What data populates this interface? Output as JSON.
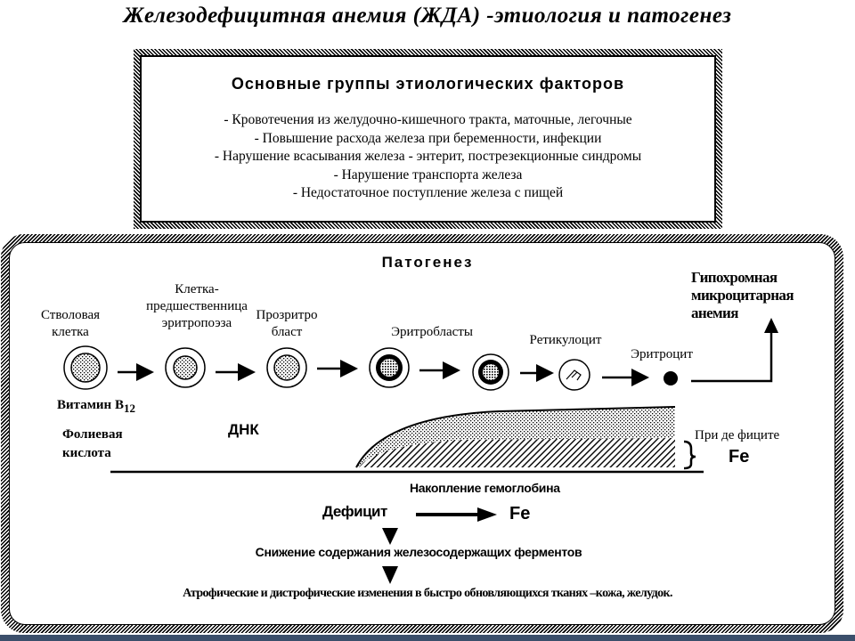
{
  "title": "Железодефицитная анемия (ЖДА) -этиология и патогенез",
  "etiology": {
    "heading": "Основные группы этиологических факторов",
    "items": [
      "- Кровотечения из желудочно-кишечного тракта, маточные, легочные",
      "- Повышение расхода железа при беременности, инфекции",
      "- Нарушение всасывания железа - энтерит, пострезекционные синдромы",
      "- Нарушение транспорта железа",
      "- Недостаточное поступление железа с пищей"
    ]
  },
  "pathogenesis": {
    "heading": "Патогенез",
    "cells": {
      "stem": "Стволовая клетка",
      "progenitor": "Клетка-предшественница эритропоэза",
      "proerythroblast": "Прозритро бласт",
      "erythroblasts": "Эритробласты",
      "reticulocyte": "Ретикулоцит",
      "erythrocyte": "Эритроцит"
    },
    "result": "Гипохромная микроцитарная анемия",
    "vitamin_b": "Витамин В",
    "vitamin_sub": "12",
    "folic": "Фолиевая кислота",
    "dna": "ДНК",
    "deficit_note": "При де фиците",
    "fe": "Fe",
    "hemoglobin": "Накопление гемоглобина",
    "deficit": "Дефицит",
    "enzymes": "Снижение содержания железосодержащих ферментов",
    "atrophic": "Атрофические и дистрофические изменения в быстро обновляющихся тканях –кожа, желудок."
  }
}
